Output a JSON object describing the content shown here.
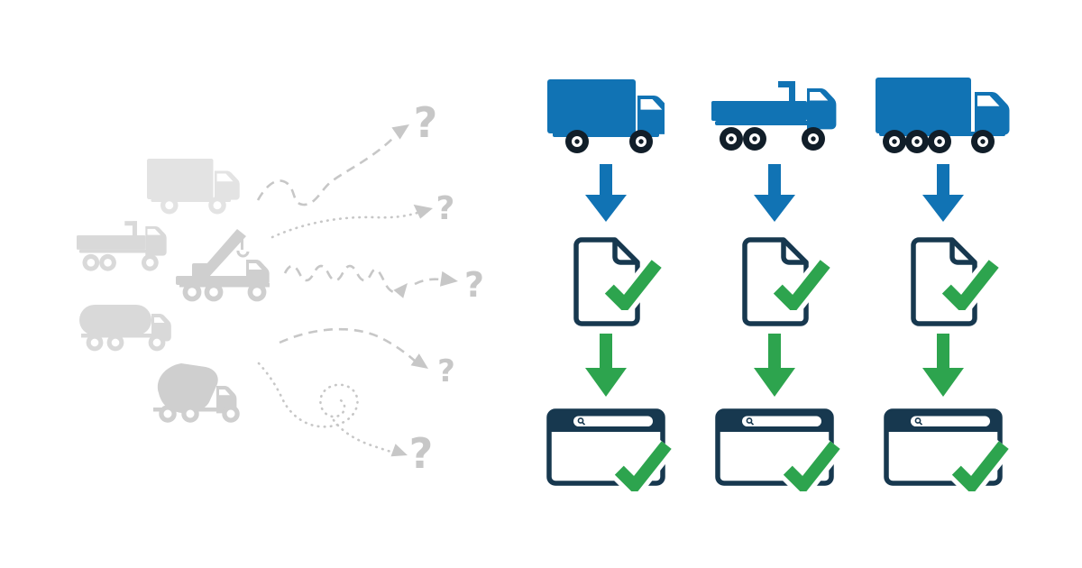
{
  "palette": {
    "blue": "#1173b4",
    "green": "#2da44e",
    "navy": "#17384f",
    "wheel": "#111e29",
    "white": "#ffffff",
    "gray_light": "#e3e3e3",
    "gray_mid": "#d9d9d9",
    "gray_dark": "#cfcfcf",
    "gray_arrow": "#c7c7c7"
  },
  "left_panel": {
    "label": "assorted-unidentified-trucks-with-uncertain-paths",
    "trucks": [
      {
        "icon": "box-truck-silhouette"
      },
      {
        "icon": "flatbed-truck-silhouette"
      },
      {
        "icon": "crane-truck-silhouette"
      },
      {
        "icon": "tanker-truck-silhouette"
      },
      {
        "icon": "mixer-truck-silhouette"
      }
    ],
    "paths": [
      {
        "style": "dashed-wavy",
        "icon": "arrowhead-right-up"
      },
      {
        "style": "dotted-curve",
        "icon": "arrowhead-right"
      },
      {
        "style": "dashed-sine-double-arrow",
        "icon": "arrowhead-right"
      },
      {
        "style": "dashed-curve",
        "icon": "arrowhead-right-down"
      },
      {
        "style": "dotted-spiral",
        "icon": "arrowhead-right-down"
      }
    ],
    "questions": [
      {
        "char": "?"
      },
      {
        "char": "?"
      },
      {
        "char": "?"
      },
      {
        "char": "?"
      },
      {
        "char": "?"
      }
    ]
  },
  "right_panel": {
    "label": "truck-to-verified-document-to-verified-listing-flow",
    "columns": [
      {
        "truck_icon": "box-truck",
        "arrow1_icon": "arrow-down-blue",
        "doc_icon": "document-check",
        "arrow2_icon": "arrow-down-green",
        "browser_icon": "browser-check"
      },
      {
        "truck_icon": "dump-truck",
        "arrow1_icon": "arrow-down-blue",
        "doc_icon": "document-check",
        "arrow2_icon": "arrow-down-green",
        "browser_icon": "browser-check"
      },
      {
        "truck_icon": "cargo-truck",
        "arrow1_icon": "arrow-down-blue",
        "doc_icon": "document-check",
        "arrow2_icon": "arrow-down-green",
        "browser_icon": "browser-check"
      }
    ]
  }
}
